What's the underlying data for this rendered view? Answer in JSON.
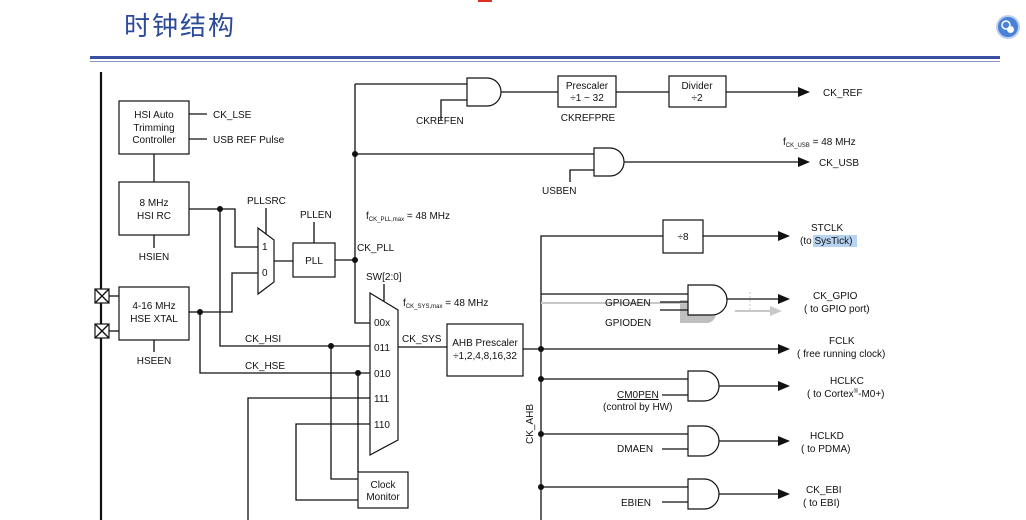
{
  "page_title": "时钟结构",
  "blocks": {
    "hsi_auto_trim": [
      "HSI Auto",
      "Trimming",
      "Controller"
    ],
    "hsi_rc": [
      "8 MHz",
      "HSI  RC"
    ],
    "hse_xtal": [
      "4-16 MHz",
      "HSE XTAL"
    ],
    "pll": "PLL",
    "prescaler": [
      "Prescaler",
      "÷1 ~ 32"
    ],
    "divider": [
      "Divider",
      "÷2"
    ],
    "div8": "÷8",
    "ahb_prescaler": [
      "AHB Prescaler",
      "÷1,2,4,8,16,32"
    ],
    "clock_monitor": [
      "Clock",
      "Monitor"
    ]
  },
  "labels": {
    "ck_lse": "CK_LSE",
    "usb_ref_pulse": "USB REF Pulse",
    "hsien": "HSIEN",
    "hseen": "HSEEN",
    "pllsrc": "PLLSRC",
    "pllen": "PLLEN",
    "mux1": "1",
    "mux0": "0",
    "ck_pll": "CK_PLL",
    "f_pll_main": "f",
    "f_pll_sub": "CK_PLL,max",
    "f_pll_val": " = 48 MHz",
    "sw": "SW[2:0]",
    "f_sys_main": "f",
    "f_sys_sub": "CK_SYS,max",
    "f_sys_val": " = 48 MHz",
    "sel_00x": "00x",
    "sel_011": "011",
    "sel_010": "010",
    "sel_111": "111",
    "sel_110": "110",
    "ck_hsi": "CK_HSI",
    "ck_hse": "CK_HSE",
    "ck_sys": "CK_SYS",
    "ck_ahb": "CK_AHB",
    "ckrefen": "CKREFEN",
    "ckrefpre": "CKREFPRE",
    "ck_ref": "CK_REF",
    "f_usb_main": "f",
    "f_usb_sub": "CK_USB",
    "f_usb_val": " = 48 MHz",
    "ck_usb": "CK_USB",
    "usben": "USBEN",
    "gpioaen": "GPIOAEN",
    "gpioden": "GPIODEN",
    "cm0pen": "CM0PEN",
    "cm0pen_note": "(control by HW)",
    "dmaen": "DMAEN",
    "ebien": "EBIEN"
  },
  "outputs": {
    "stclk": "STCLK",
    "stclk_prefix": "(to ",
    "stclk_target": "SysTick",
    "stclk_suffix": ")",
    "ck_gpio": "CK_GPIO",
    "ck_gpio_note": "( to GPIO port)",
    "fclk": "FCLK",
    "fclk_note": "( free running clock)",
    "hclkc": "HCLKC",
    "hclkc_note_a": "( to Cortex",
    "hclkc_note_sup": "®",
    "hclkc_note_b": "-M0+)",
    "hclkd": "HCLKD",
    "hclkd_note": "( to PDMA)",
    "ck_ebi": "CK_EBI",
    "ck_ebi_note": "( to EBI)"
  },
  "colors": {
    "title": "#2b4a9a",
    "rule": "#3a4fa3",
    "highlight": "#b7d3f2",
    "corner_button": "#4b80d8"
  }
}
